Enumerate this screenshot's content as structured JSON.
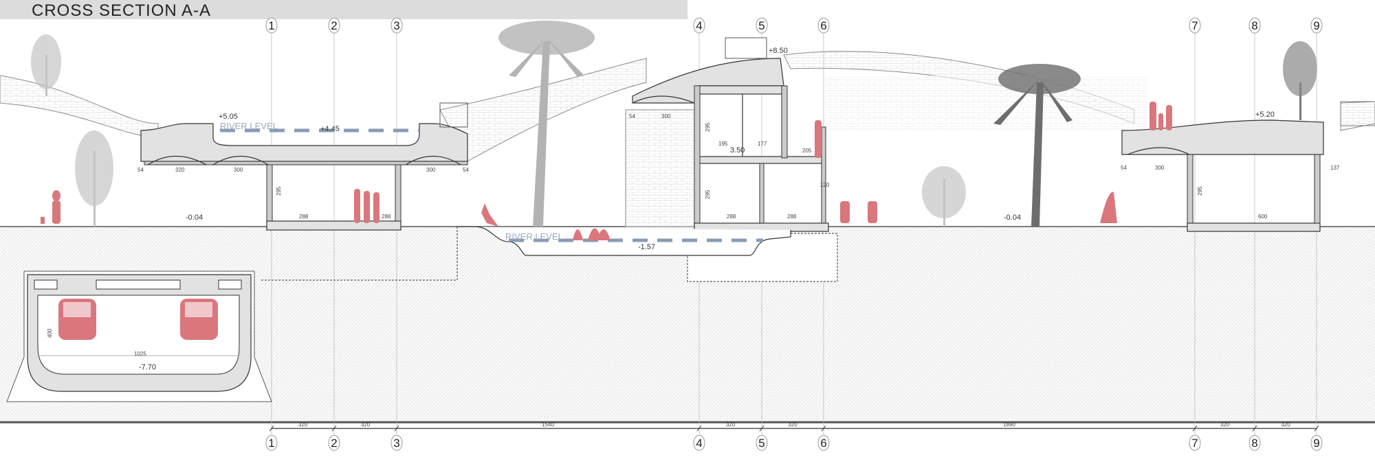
{
  "title": "CROSS SECTION A-A",
  "colors": {
    "people": "#d9777d",
    "river_line": "#8a9bb5",
    "title_bar": "#dcdcdc",
    "ground_hatch": "#eeeeee"
  },
  "grid_axes": [
    "1",
    "2",
    "3",
    "4",
    "5",
    "6",
    "7",
    "8",
    "9"
  ],
  "bottom_dimensions": [
    "320",
    "320",
    "1540",
    "320",
    "320",
    "1890",
    "320",
    "320"
  ],
  "left_block": {
    "roof_level": "+5.05",
    "river_label": "RIVER LEVEL",
    "water_level": "+4.45",
    "dims": [
      "54",
      "320",
      "300",
      "300",
      "54"
    ],
    "height": "295",
    "floor_dims": [
      "288",
      "288"
    ],
    "ground_level": "-0.04"
  },
  "center_block": {
    "top_level": "+8.50",
    "dims": [
      "54",
      "300"
    ],
    "upper_height": "295",
    "upper_dims": [
      "195",
      "177",
      "205"
    ],
    "floor_level": "3.50",
    "lower_height": "295",
    "lower_dims": [
      "288",
      "288"
    ],
    "side_dim": "120",
    "river_label": "RIVER LEVEL",
    "river_bed_level": "-1.57"
  },
  "right_block": {
    "ground_level": "-0.04",
    "roof_level": "+5.20",
    "dims": [
      "54",
      "300",
      "137"
    ],
    "height": "295",
    "floor_dim": "600"
  },
  "tunnel": {
    "height": "400",
    "width": "1025",
    "level": "-7.70"
  }
}
